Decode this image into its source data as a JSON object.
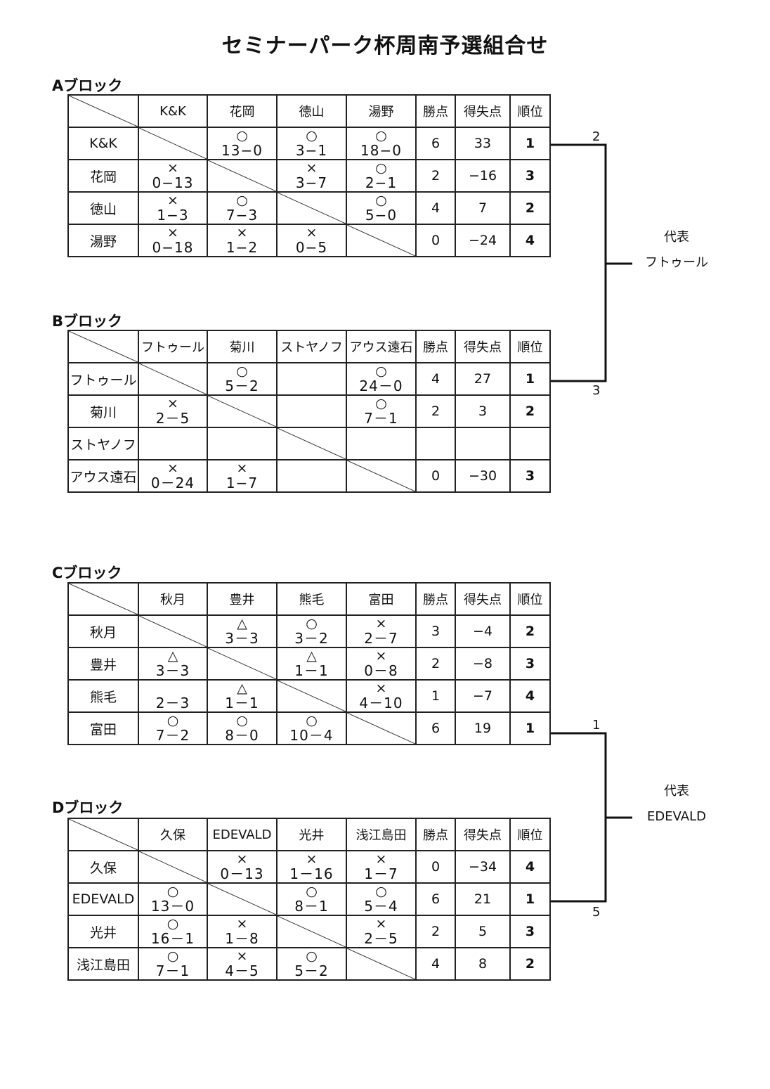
{
  "title": "セミナーパーク杯周南予選組合せ",
  "columns": {
    "points": "勝点",
    "goal_diff": "得失点",
    "rank": "順位"
  },
  "blocks": [
    {
      "label": "Aブロック",
      "teams": [
        "K&K",
        "花岡",
        "徳山",
        "湯野"
      ],
      "rows": [
        {
          "cells": [
            null,
            {
              "mark": "○",
              "score": "13−0"
            },
            {
              "mark": "○",
              "score": "3−1"
            },
            {
              "mark": "○",
              "score": "18−0"
            }
          ],
          "points": "6",
          "diff": "33",
          "rank": "1"
        },
        {
          "cells": [
            {
              "mark": "×",
              "score": "0−13"
            },
            null,
            {
              "mark": "×",
              "score": "3−7"
            },
            {
              "mark": "○",
              "score": "2−1"
            }
          ],
          "points": "2",
          "diff": "−16",
          "rank": "3"
        },
        {
          "cells": [
            {
              "mark": "×",
              "score": "1−3"
            },
            {
              "mark": "○",
              "score": "7−3"
            },
            null,
            {
              "mark": "○",
              "score": "5−0"
            }
          ],
          "points": "4",
          "diff": "7",
          "rank": "2"
        },
        {
          "cells": [
            {
              "mark": "×",
              "score": "0−18"
            },
            {
              "mark": "×",
              "score": "1−2"
            },
            {
              "mark": "×",
              "score": "0−5"
            },
            null
          ],
          "points": "0",
          "diff": "−24",
          "rank": "4"
        }
      ]
    },
    {
      "label": "Bブロック",
      "teams": [
        "フトゥール",
        "菊川",
        "ストヤノフ",
        "アウス遠石"
      ],
      "rows": [
        {
          "cells": [
            null,
            {
              "mark": "○",
              "score": "5－2"
            },
            {
              "mark": "",
              "score": ""
            },
            {
              "mark": "○",
              "score": "24－0"
            }
          ],
          "points": "4",
          "diff": "27",
          "rank": "1"
        },
        {
          "cells": [
            {
              "mark": "×",
              "score": "2－5"
            },
            null,
            {
              "mark": "",
              "score": ""
            },
            {
              "mark": "○",
              "score": "7－1"
            }
          ],
          "points": "2",
          "diff": "3",
          "rank": "2"
        },
        {
          "cells": [
            {
              "mark": "",
              "score": ""
            },
            {
              "mark": "",
              "score": ""
            },
            null,
            {
              "mark": "",
              "score": ""
            }
          ],
          "points": "",
          "diff": "",
          "rank": ""
        },
        {
          "cells": [
            {
              "mark": "×",
              "score": "0－24"
            },
            {
              "mark": "×",
              "score": "1−7"
            },
            {
              "mark": "",
              "score": ""
            },
            null
          ],
          "points": "0",
          "diff": "−30",
          "rank": "3"
        }
      ]
    },
    {
      "label": "Cブロック",
      "teams": [
        "秋月",
        "豊井",
        "熊毛",
        "富田"
      ],
      "rows": [
        {
          "cells": [
            null,
            {
              "mark": "△",
              "score": "3－3"
            },
            {
              "mark": "○",
              "score": "3－2"
            },
            {
              "mark": "×",
              "score": "2－7"
            }
          ],
          "points": "3",
          "diff": "−4",
          "rank": "2"
        },
        {
          "cells": [
            {
              "mark": "△",
              "score": "3－3"
            },
            null,
            {
              "mark": "△",
              "score": "1－1"
            },
            {
              "mark": "×",
              "score": "0－8"
            }
          ],
          "points": "2",
          "diff": "−8",
          "rank": "3"
        },
        {
          "cells": [
            {
              "mark": "",
              "score": "2－3"
            },
            {
              "mark": "△",
              "score": "1－1"
            },
            null,
            {
              "mark": "×",
              "score": "4－10"
            }
          ],
          "points": "1",
          "diff": "−7",
          "rank": "4"
        },
        {
          "cells": [
            {
              "mark": "○",
              "score": "7－2"
            },
            {
              "mark": "○",
              "score": "8－0"
            },
            {
              "mark": "○",
              "score": "10－4"
            },
            null
          ],
          "points": "6",
          "diff": "19",
          "rank": "1"
        }
      ]
    },
    {
      "label": "Dブロック",
      "teams": [
        "久保",
        "EDEVALD",
        "光井",
        "浅江島田"
      ],
      "rows": [
        {
          "cells": [
            null,
            {
              "mark": "×",
              "score": "0－13"
            },
            {
              "mark": "×",
              "score": "1－16"
            },
            {
              "mark": "×",
              "score": "1－7"
            }
          ],
          "points": "0",
          "diff": "−34",
          "rank": "4"
        },
        {
          "cells": [
            {
              "mark": "○",
              "score": "13－0"
            },
            null,
            {
              "mark": "○",
              "score": "8－1"
            },
            {
              "mark": "○",
              "score": "5－4"
            }
          ],
          "points": "6",
          "diff": "21",
          "rank": "1"
        },
        {
          "cells": [
            {
              "mark": "○",
              "score": "16－1"
            },
            {
              "mark": "×",
              "score": "1－8"
            },
            null,
            {
              "mark": "×",
              "score": "2－5"
            }
          ],
          "points": "2",
          "diff": "5",
          "rank": "3"
        },
        {
          "cells": [
            {
              "mark": "○",
              "score": "7－1"
            },
            {
              "mark": "×",
              "score": "4－5"
            },
            {
              "mark": "○",
              "score": "5－2"
            },
            null
          ],
          "points": "4",
          "diff": "8",
          "rank": "2"
        }
      ]
    }
  ],
  "brackets": [
    {
      "top_score": "2",
      "bottom_score": "3",
      "rep_label": "代表",
      "rep_team": "フトゥール"
    },
    {
      "top_score": "1",
      "bottom_score": "5",
      "rep_label": "代表",
      "rep_team": "EDEVALD"
    }
  ]
}
